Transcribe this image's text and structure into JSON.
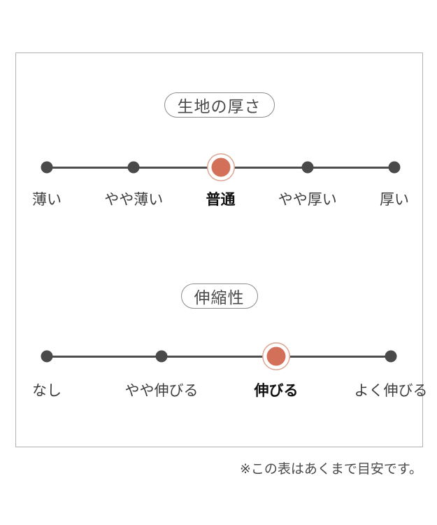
{
  "colors": {
    "accent_dot": "#d2705a",
    "accent_ring": "#dba493",
    "dot": "#4a4a4a",
    "line": "#4d4d4d",
    "box_border": "#b3b3b3",
    "pill_border": "#8c8c8c",
    "label_text": "#3d3d3d",
    "selected_label_text": "#111111"
  },
  "scales": [
    {
      "title": "生地の厚さ",
      "points": [
        {
          "label": "薄い",
          "selected": false
        },
        {
          "label": "やや薄い",
          "selected": false
        },
        {
          "label": "普通",
          "selected": true
        },
        {
          "label": "やや厚い",
          "selected": false
        },
        {
          "label": "厚い",
          "selected": false
        }
      ]
    },
    {
      "title": "伸縮性",
      "points": [
        {
          "label": "なし",
          "selected": false
        },
        {
          "label": "やや伸びる",
          "selected": false
        },
        {
          "label": "伸びる",
          "selected": true
        },
        {
          "label": "よく伸びる",
          "selected": false
        }
      ]
    }
  ],
  "footnote": "※この表はあくまで目安です。",
  "chart_data": [
    {
      "type": "scatter",
      "title": "生地の厚さ",
      "categories": [
        "薄い",
        "やや薄い",
        "普通",
        "やや厚い",
        "厚い"
      ],
      "selected": "普通",
      "selected_index": 2,
      "point_positions_percent": [
        0,
        25,
        50,
        75,
        100
      ],
      "legend_position": "none",
      "grid": false
    },
    {
      "type": "scatter",
      "title": "伸縮性",
      "categories": [
        "なし",
        "やや伸びる",
        "伸びる",
        "よく伸びる"
      ],
      "selected": "伸びる",
      "selected_index": 2,
      "point_positions_percent": [
        0,
        33.333,
        66.667,
        100
      ],
      "legend_position": "none",
      "grid": false
    }
  ]
}
